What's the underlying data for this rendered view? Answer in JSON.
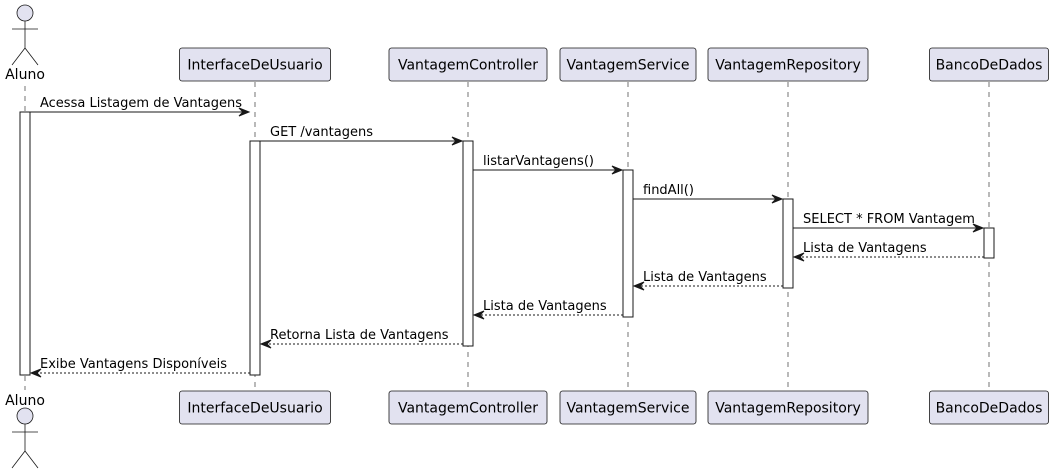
{
  "participants": [
    {
      "id": "aluno",
      "label": "Aluno",
      "kind": "actor"
    },
    {
      "id": "ui",
      "label": "InterfaceDeUsuario",
      "kind": "participant"
    },
    {
      "id": "controller",
      "label": "VantagemController",
      "kind": "participant"
    },
    {
      "id": "service",
      "label": "VantagemService",
      "kind": "participant"
    },
    {
      "id": "repository",
      "label": "VantagemRepository",
      "kind": "participant"
    },
    {
      "id": "db",
      "label": "BancoDeDados",
      "kind": "participant"
    }
  ],
  "messages": [
    {
      "from": "aluno",
      "to": "ui",
      "label": "Acessa Listagem de Vantagens",
      "type": "sync"
    },
    {
      "from": "ui",
      "to": "controller",
      "label": "GET /vantagens",
      "type": "sync"
    },
    {
      "from": "controller",
      "to": "service",
      "label": "listarVantagens()",
      "type": "sync"
    },
    {
      "from": "service",
      "to": "repository",
      "label": "findAll()",
      "type": "sync"
    },
    {
      "from": "repository",
      "to": "db",
      "label": "SELECT * FROM Vantagem",
      "type": "sync"
    },
    {
      "from": "db",
      "to": "repository",
      "label": "Lista de Vantagens",
      "type": "reply"
    },
    {
      "from": "repository",
      "to": "service",
      "label": "Lista de Vantagens",
      "type": "reply"
    },
    {
      "from": "service",
      "to": "controller",
      "label": "Lista de Vantagens",
      "type": "reply"
    },
    {
      "from": "controller",
      "to": "ui",
      "label": "Retorna Lista de Vantagens",
      "type": "reply"
    },
    {
      "from": "ui",
      "to": "aluno",
      "label": "Exibe Vantagens Disponíveis",
      "type": "reply"
    }
  ],
  "colors": {
    "participant_fill": "#E2E2F0",
    "border": "#181818",
    "background": "#FFFFFF"
  }
}
